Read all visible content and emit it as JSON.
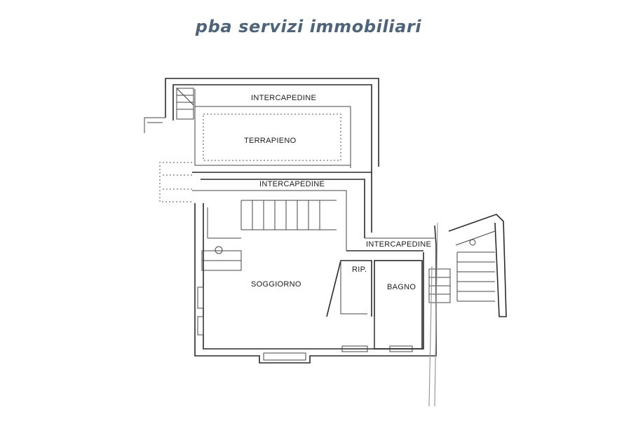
{
  "header": {
    "brand": "pba servizi immobiliari"
  },
  "plan": {
    "labels": {
      "intercapedine_top": "INTERCAPEDINE",
      "terrapieno": "TERRAPIENO",
      "intercapedine_middle": "INTERCAPEDINE",
      "intercapedine_right": "INTERCAPEDINE",
      "soggiorno": "SOGGIORNO",
      "rip": "RIP.",
      "bagno": "BAGNO"
    }
  },
  "colors": {
    "brand": "#4d6479"
  }
}
